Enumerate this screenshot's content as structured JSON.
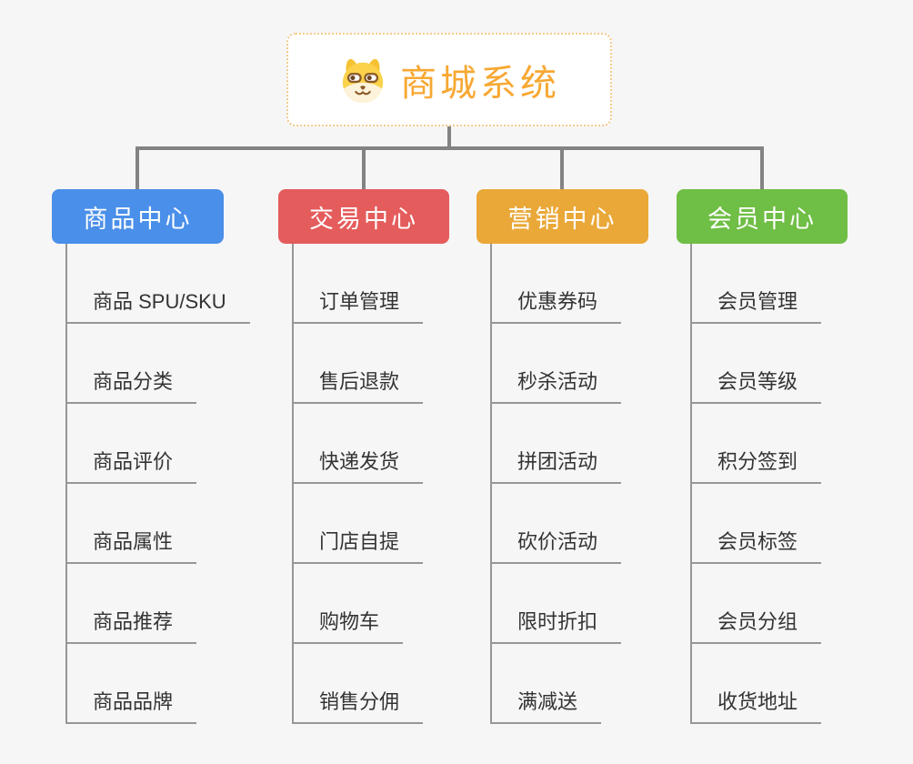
{
  "background": "#f6f6f6",
  "connector": {
    "tree_line_color": "#838383",
    "item_line_color": "#979797"
  },
  "root": {
    "title": "商城系统",
    "title_color": "#f7a832",
    "border_color": "#f5c98c",
    "icon": "shiba-dog-face-icon"
  },
  "branches": [
    {
      "label": "商品中心",
      "color": "#4a8fe9",
      "items": [
        "商品 SPU/SKU",
        "商品分类",
        "商品评价",
        "商品属性",
        "商品推荐",
        "商品品牌"
      ]
    },
    {
      "label": "交易中心",
      "color": "#e55c5c",
      "items": [
        "订单管理",
        "售后退款",
        "快递发货",
        "门店自提",
        "购物车",
        "销售分佣"
      ]
    },
    {
      "label": "营销中心",
      "color": "#eaa838",
      "items": [
        "优惠券码",
        "秒杀活动",
        "拼团活动",
        "砍价活动",
        "限时折扣",
        "满减送"
      ]
    },
    {
      "label": "会员中心",
      "color": "#6fbe45",
      "items": [
        "会员管理",
        "会员等级",
        "积分签到",
        "会员标签",
        "会员分组",
        "收货地址"
      ]
    }
  ]
}
